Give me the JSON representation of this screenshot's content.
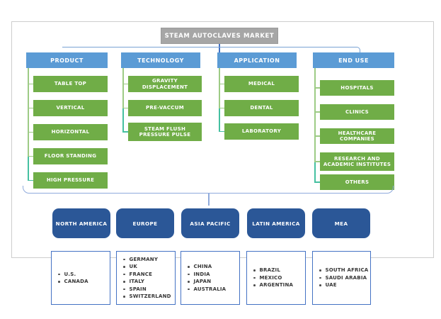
{
  "diagram": {
    "title": "STEAM AUTOCLAVES MARKET",
    "columns": [
      {
        "header": "PRODUCT",
        "items": [
          "TABLE TOP",
          "VERTICAL",
          "HORIZONTAL",
          "FLOOR STANDING",
          "HIGH PRESSURE"
        ]
      },
      {
        "header": "TECHNOLOGY",
        "items": [
          "GRAVITY DISPLACEMENT",
          "PRE-VACCUM",
          "STEAM FLUSH PRESSURE PULSE"
        ]
      },
      {
        "header": "APPLICATION",
        "items": [
          "MEDICAL",
          "DENTAL",
          "LABORATORY"
        ]
      },
      {
        "header": "END USE",
        "items": [
          "HOSPITALS",
          "CLINICS",
          "HEALTHCARE COMPANIES",
          "RESEARCH AND ACADEMIC INSTITUTES",
          "OTHERS"
        ]
      }
    ],
    "regions": [
      {
        "name": "NORTH AMERICA",
        "countries": [
          "U.S.",
          "CANADA"
        ]
      },
      {
        "name": "EUROPE",
        "countries": [
          "GERMANY",
          "UK",
          "FRANCE",
          "ITALY",
          "SPAIN",
          "SWITZERLAND"
        ]
      },
      {
        "name": "ASIA PACIFIC",
        "countries": [
          "CHINA",
          "INDIA",
          "JAPAN",
          "AUSTRALIA"
        ]
      },
      {
        "name": "LATIN AMERICA",
        "countries": [
          "BRAZIL",
          "MEXICO",
          "ARGENTINA"
        ]
      },
      {
        "name": "MEA",
        "countries": [
          "SOUTH AFRICA",
          "SAUDI ARABIA",
          "UAE"
        ]
      }
    ]
  },
  "colors": {
    "title_bg": "#a6a6a6",
    "header_bg": "#5b9bd5",
    "node_bg": "#70ad47",
    "region_bg": "#2b5797",
    "country_box_border": "#4472c4",
    "bracket_line": "#8faadc",
    "connector_green": "#9dcb85",
    "connector_teal": "#45c0a1",
    "frame_border": "#cdcdcd"
  }
}
